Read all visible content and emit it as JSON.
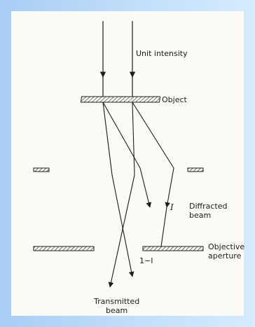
{
  "diagram": {
    "labels": {
      "unit_intensity": "Unit intensity",
      "object": "Object",
      "diffracted_line1": "Diffracted",
      "diffracted_line2": "beam",
      "intensity_symbol": "I",
      "one_minus_I": "1−I",
      "objective_line1": "Objective",
      "objective_line2": "aperture",
      "transmitted_line1": "Transmitted",
      "transmitted_line2": "beam"
    },
    "colors": {
      "background": "#fbfbf5",
      "ink": "#1c1c1c",
      "frame_gradient_start": "#a9cdf4",
      "frame_gradient_end": "#d6ebfc"
    }
  }
}
